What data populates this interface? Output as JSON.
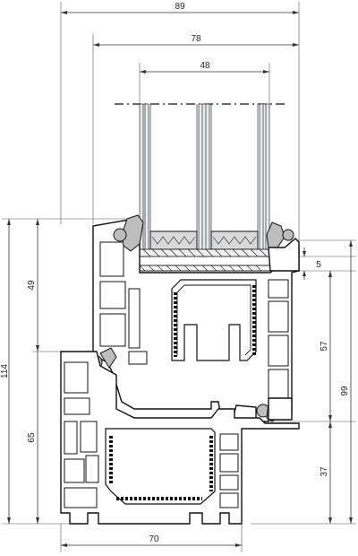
{
  "dimensions": {
    "top": [
      {
        "id": "overall_width",
        "label": "89"
      },
      {
        "id": "sash_width",
        "label": "78"
      },
      {
        "id": "glass_width",
        "label": "48"
      }
    ],
    "left": [
      {
        "id": "overall_height",
        "label": "114"
      },
      {
        "id": "sash_height",
        "label": "49"
      },
      {
        "id": "frame_height",
        "label": "65"
      }
    ],
    "right": [
      {
        "id": "gap",
        "label": "5"
      },
      {
        "id": "sash_face",
        "label": "57"
      },
      {
        "id": "total_right",
        "label": "99"
      },
      {
        "id": "frame_face",
        "label": "37"
      }
    ],
    "bottom": [
      {
        "id": "frame_depth",
        "label": "70"
      }
    ]
  }
}
